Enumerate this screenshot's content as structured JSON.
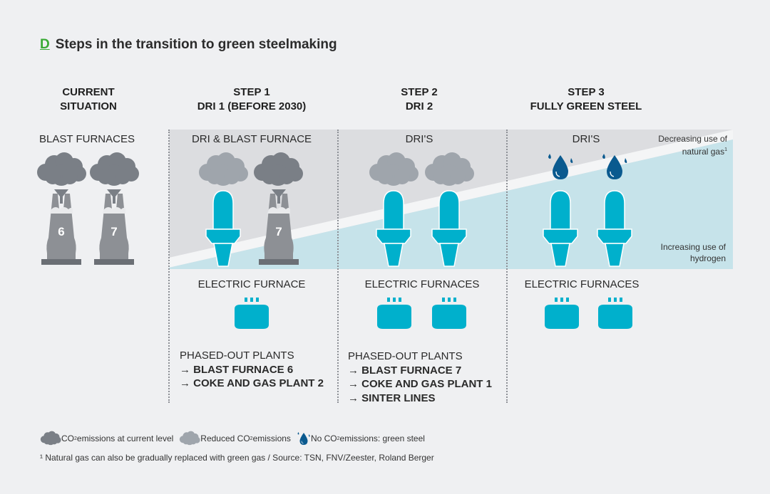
{
  "title": {
    "letter": "D",
    "text": "Steps in the transition to green steelmaking"
  },
  "columns": [
    {
      "line1": "CURRENT",
      "line2": "SITUATION",
      "plant_label": "BLAST FURNACES"
    },
    {
      "line1": "STEP 1",
      "line2": "DRI 1 (BEFORE 2030)",
      "plant_label": "DRI & BLAST FURNACE",
      "electric_label": "ELECTRIC FURNACE"
    },
    {
      "line1": "STEP 2",
      "line2": "DRI 2",
      "plant_label": "DRI'S",
      "electric_label": "ELECTRIC FURNACES"
    },
    {
      "line1": "STEP 3",
      "line2": "FULLY GREEN STEEL",
      "plant_label": "DRI'S",
      "electric_label": "ELECTRIC FURNACES"
    }
  ],
  "furnace_numbers": [
    "6",
    "7",
    "7"
  ],
  "band_notes": {
    "top_line1": "Decreasing use of",
    "top_line2": "natural gas",
    "top_sup": "1",
    "bottom_line1": "Increasing use of",
    "bottom_line2": "hydrogen"
  },
  "phased_out": [
    {
      "heading": "PHASED-OUT PLANTS",
      "items": [
        "→  BLAST FURNACE 6",
        "→  COKE AND GAS PLANT 2"
      ]
    },
    {
      "heading": "PHASED-OUT PLANTS",
      "items": [
        "→  BLAST FURNACE 7",
        "→  COKE AND GAS PLANT 1",
        "→  SINTER LINES"
      ]
    }
  ],
  "legend": [
    {
      "icon": "dark-cloud-icon",
      "pre": "CO",
      "sub": "2",
      "post": " emissions at current level"
    },
    {
      "icon": "light-cloud-icon",
      "pre": "Reduced CO",
      "sub": "2",
      "post": " emissions"
    },
    {
      "icon": "water-drop-icon",
      "pre": "No CO",
      "sub": "2",
      "post": " emissions: green steel"
    }
  ],
  "footnote": "¹ Natural gas can also be gradually replaced with green gas / Source: TSN, FNV/Zeester, Roland Berger",
  "colors": {
    "accent_green": "#3aaa35",
    "dri_cyan": "#00b0cc",
    "drop_navy": "#0a5a8f",
    "cloud_dark": "#7a7f86",
    "cloud_light": "#9fa5ac",
    "band_gray": "#dcdde0",
    "band_blue": "#c6e3ea"
  }
}
